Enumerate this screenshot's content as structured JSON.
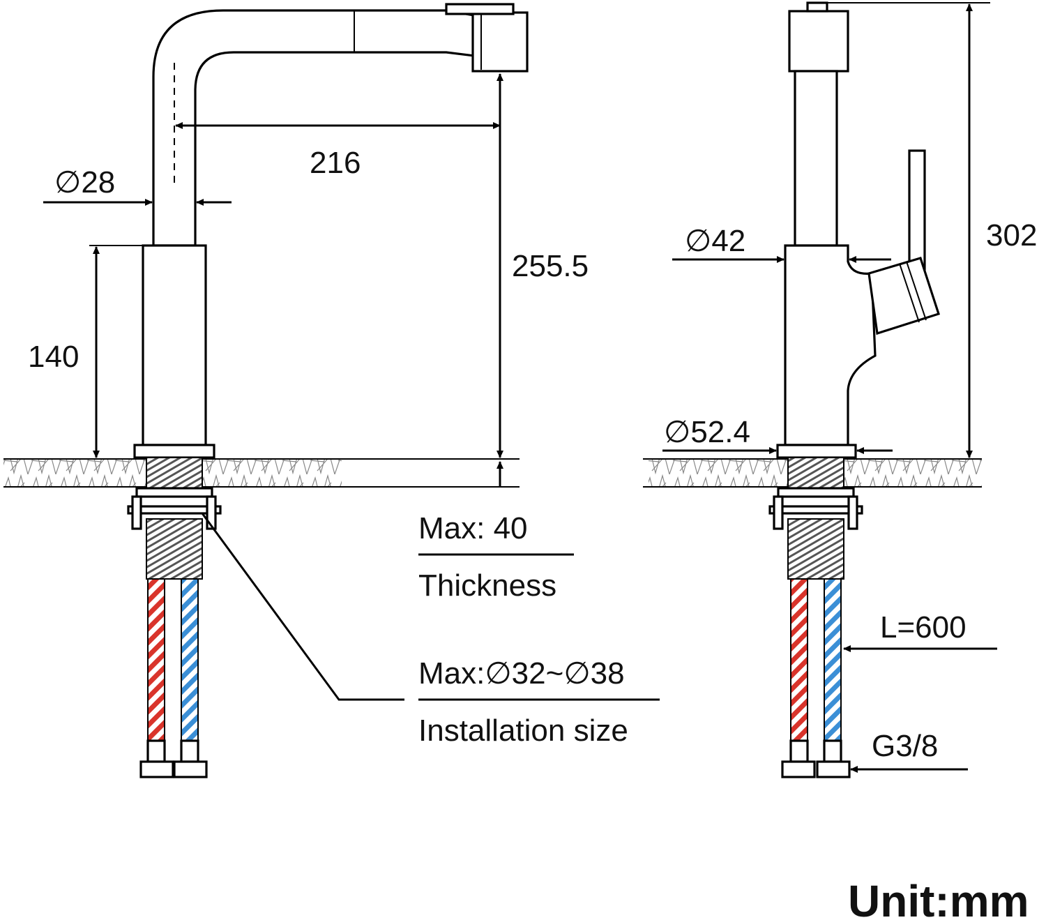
{
  "front_view": {
    "dims": {
      "pipe_diameter": "∅28",
      "reach": "216",
      "height_total": "255.5",
      "body_height": "140"
    },
    "notes": {
      "max_thickness": "Max: 40",
      "thickness_label": "Thickness",
      "max_install": "Max:∅32~∅38",
      "install_label": "Installation size"
    }
  },
  "side_view": {
    "dims": {
      "body_diameter": "∅42",
      "base_diameter": "∅52.4",
      "overall_height": "302",
      "hose_length": "L=600",
      "connector": "G3/8"
    }
  },
  "unit": "Unit:mm",
  "colors": {
    "hot_hose": "#d9342b",
    "cold_hose": "#3b8fd6",
    "line": "#000000"
  }
}
